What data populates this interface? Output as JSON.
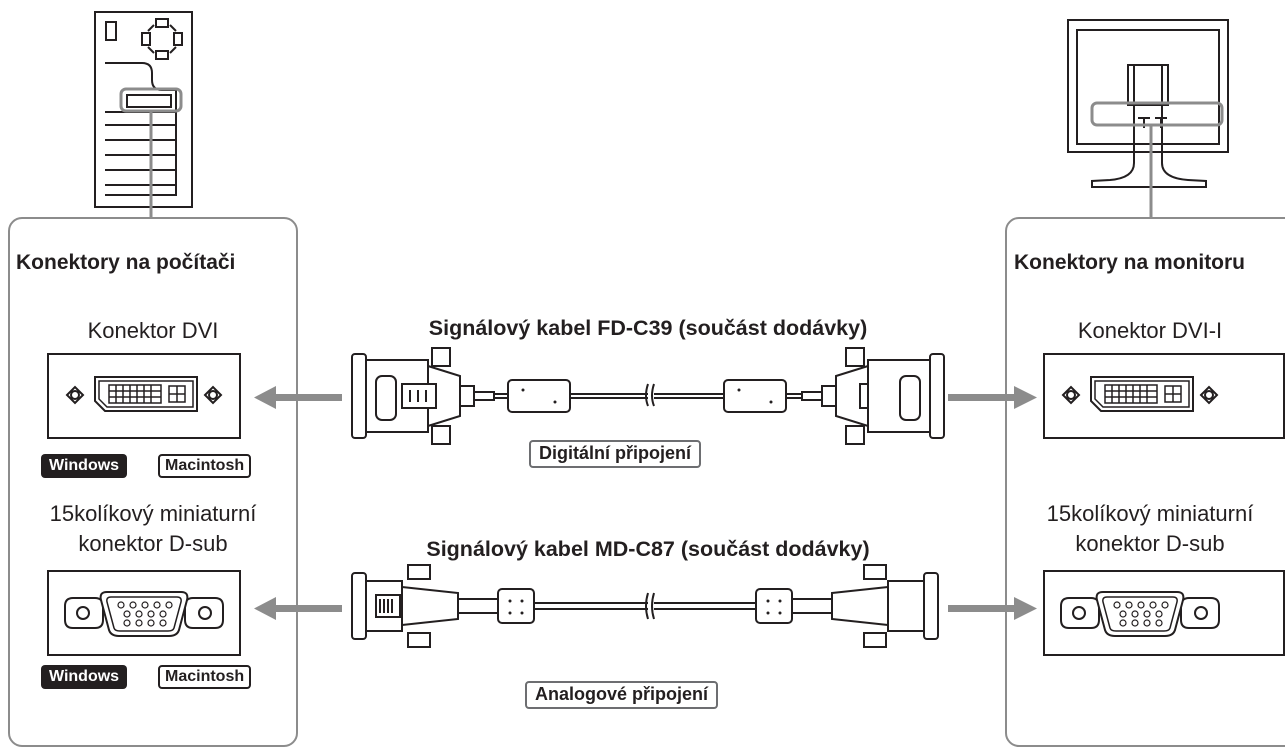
{
  "computer_panel": {
    "title": "Konektory na počítači",
    "dvi_label": "Konektor DVI",
    "dsub_label_line1": "15kolíkový miniaturní",
    "dsub_label_line2": "konektor D-sub",
    "badges_row1": {
      "windows": "Windows",
      "macintosh": "Macintosh"
    },
    "badges_row2": {
      "windows": "Windows",
      "macintosh": "Macintosh"
    }
  },
  "monitor_panel": {
    "title": "Konektory na monitoru",
    "dvi_label": "Konektor DVI-I",
    "dsub_label_line1": "15kolíkový miniaturní",
    "dsub_label_line2": "konektor D-sub"
  },
  "cables": {
    "digital": {
      "title": "Signálový kabel FD-C39 (součást dodávky)",
      "connection": "Digitální připojení"
    },
    "analog": {
      "title": "Signálový kabel MD-C87 (součást dodávky)",
      "connection": "Analogové připojení"
    }
  },
  "colors": {
    "line": "#231f20",
    "panel_border": "#8c8c8c",
    "arrow": "#8c8c8c",
    "badge_dark": "#231f20"
  }
}
